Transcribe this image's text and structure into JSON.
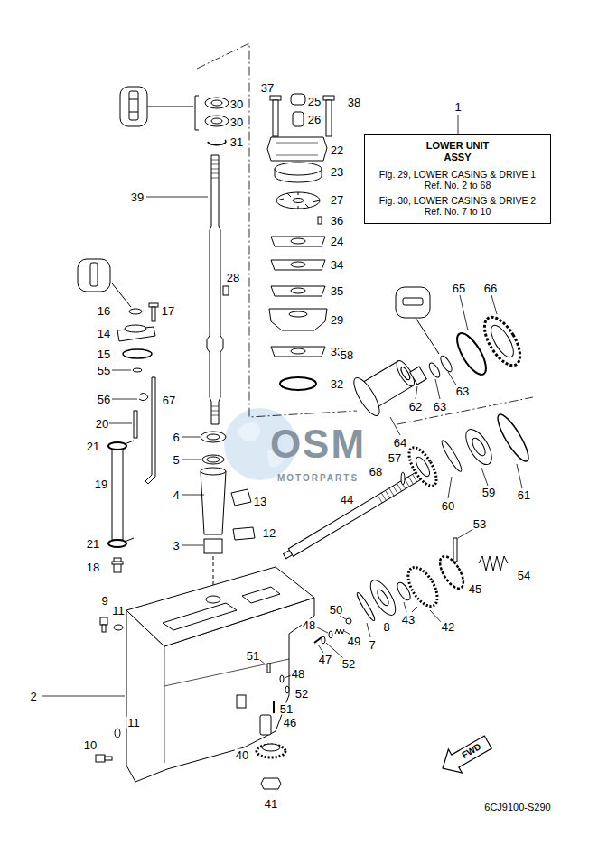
{
  "diagram": {
    "nodes": [
      {
        "text": [
          "LOWER UNIT ASSY",
          "Fig. 29, LOWER CASING & DRIVE 1 Ref. No. 2 to 68",
          "Fig. 30, LOWER CASING & DRIVE 2 Ref. No. 7 to 10"
        ]
      }
    ],
    "labels": [
      "30",
      "30",
      "31",
      "37",
      "25",
      "38",
      "1",
      "26",
      "22",
      "23",
      "39",
      "27",
      "36",
      "24",
      "34",
      "28",
      "65",
      "66",
      "35",
      "16",
      "17",
      "29",
      "14",
      "33",
      "58",
      "15",
      "55",
      "32",
      "56",
      "67",
      "62",
      "63",
      "63",
      "20",
      "6",
      "64",
      "21",
      "57",
      "5",
      "68",
      "19",
      "59",
      "61",
      "4",
      "44",
      "13",
      "60",
      "53",
      "12",
      "21",
      "3",
      "18",
      "54",
      "45",
      "9",
      "11",
      "50",
      "43",
      "8",
      "42",
      "48",
      "49",
      "7",
      "47",
      "51",
      "52",
      "48",
      "52",
      "2",
      "51",
      "46",
      "11",
      "10",
      "FWD",
      "40",
      "41",
      "6CJ9100-S290",
      "OSM",
      "MOTORPARTS"
    ]
  }
}
